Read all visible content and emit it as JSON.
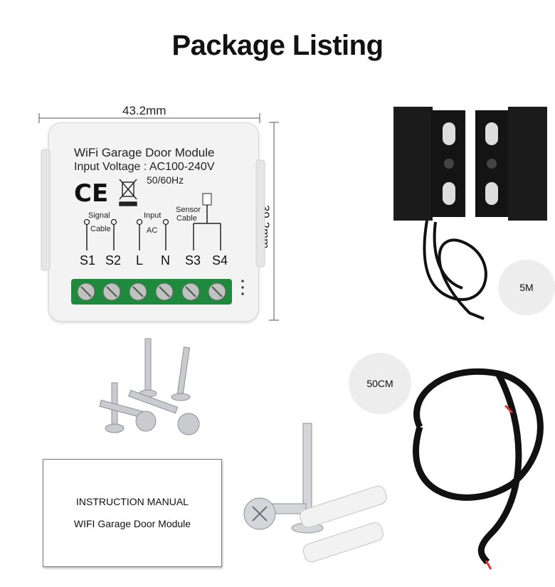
{
  "title": "Package Listing",
  "dimensions": {
    "width": "43.2mm",
    "height": "39.2mm"
  },
  "module": {
    "name": "WiFi Garage Door Module",
    "input_voltage": "Input Voltage : AC100-240V",
    "frequency": "50/60Hz",
    "ce_mark": "CE",
    "labels": {
      "signal": "Signal",
      "cable": "Cable",
      "input": "Input",
      "ac": "AC",
      "sensor": "Sensor",
      "sensor_cable": "Cable"
    },
    "terminals": [
      "S1",
      "S2",
      "L",
      "N",
      "S3",
      "S4"
    ]
  },
  "cable_labels": {
    "sensor_cable": "5M",
    "extension_cable": "50CM"
  },
  "manual": {
    "line1": "INSTRUCTION MANUAL",
    "line2": "WIFI Garage Door Module"
  },
  "colors": {
    "terminal_block": "#1f8a3d",
    "sensor_body": "#1b1b1b",
    "cable": "#111111"
  }
}
